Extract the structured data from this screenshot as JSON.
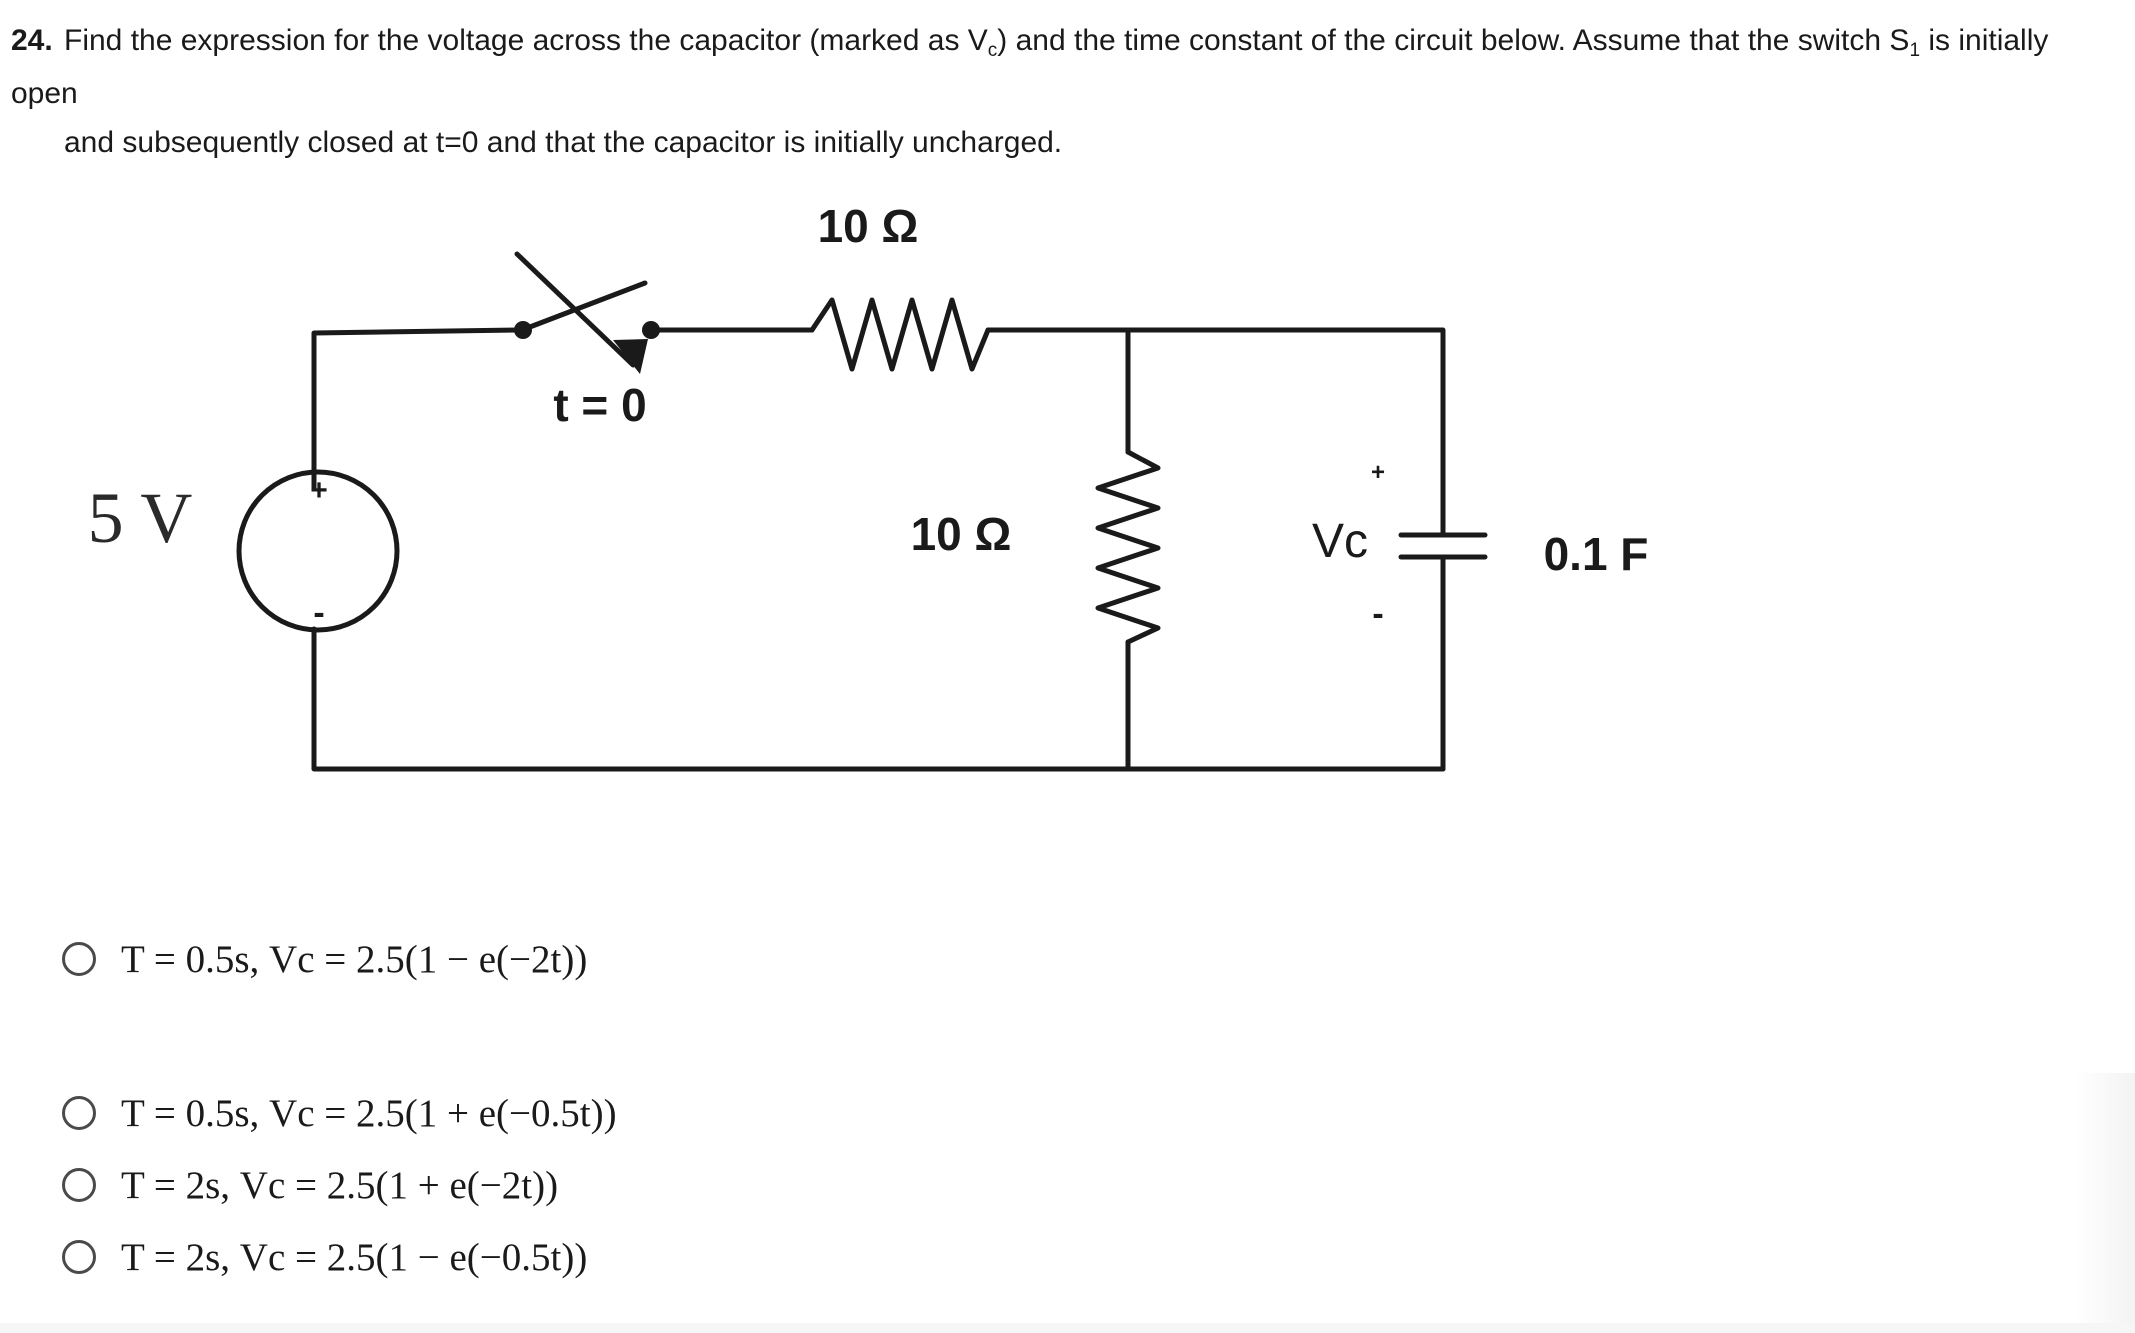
{
  "question": {
    "number": "24.",
    "line1_a": "Find the expression for the voltage across the capacitor (marked as V",
    "line1_sub_c": "c",
    "line1_b": ") and the time constant of the circuit below. Assume that the switch S",
    "line1_sub_1": "1",
    "line1_c": " is initially open",
    "line2": "and subsequently closed at t=0 and that the capacitor is initially uncharged."
  },
  "circuit": {
    "source_label": "5 V",
    "source_plus": "+",
    "source_minus": "-",
    "switch_label": "t = 0",
    "series_resistor_label": "10 Ω",
    "shunt_resistor_label": "10 Ω",
    "capacitor_voltage_label": "Vc",
    "capacitor_plus": "+",
    "capacitor_minus": "-",
    "capacitor_label": "0.1 F"
  },
  "options": [
    {
      "T": "T = 0.5s",
      "Vc": "Vc = 2.5(1 − e(−2t))"
    },
    {
      "T": "T = 0.5s",
      "Vc": "Vc = 2.5(1 + e(−0.5t))"
    },
    {
      "T": "T = 2s",
      "Vc": "Vc = 2.5(1 + e(−2t))"
    },
    {
      "T": "T = 2s",
      "Vc": "Vc = 2.5(1 − e(−0.5t))"
    }
  ]
}
